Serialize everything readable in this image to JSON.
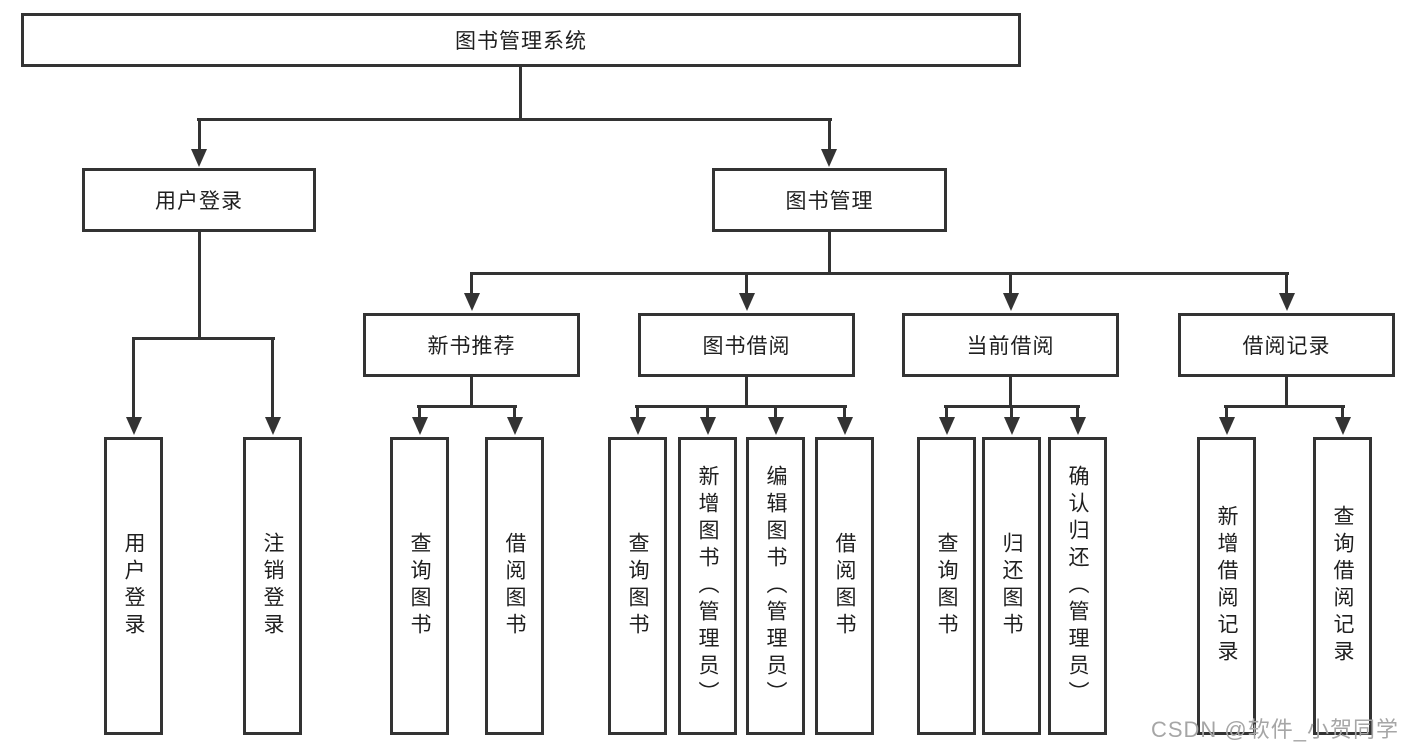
{
  "diagram": {
    "title": "图书管理系统",
    "level2": {
      "user_login": "用户登录",
      "book_management": "图书管理"
    },
    "level3": {
      "new_book_recommend": "新书推荐",
      "book_borrow": "图书借阅",
      "current_borrow": "当前借阅",
      "borrow_record": "借阅记录"
    },
    "leaves": {
      "user_login": "用户登录",
      "logout": "注销登录",
      "recommend_query_book": "查询图书",
      "recommend_borrow_book": "借阅图书",
      "borrow_query_book": "查询图书",
      "borrow_add_book": "新增图书（管理员）",
      "borrow_edit_book": "编辑图书（管理员）",
      "borrow_borrow_book": "借阅图书",
      "current_query_book": "查询图书",
      "current_return_book": "归还图书",
      "current_confirm_return": "确认归还（管理员）",
      "record_add": "新增借阅记录",
      "record_query": "查询借阅记录"
    },
    "watermark": "CSDN @软件_小贺同学",
    "colors": {
      "line": "#333333",
      "box_border": "#333333",
      "text": "#1f1f1f",
      "watermark": "#a6a6a6",
      "background": "#ffffff"
    }
  }
}
